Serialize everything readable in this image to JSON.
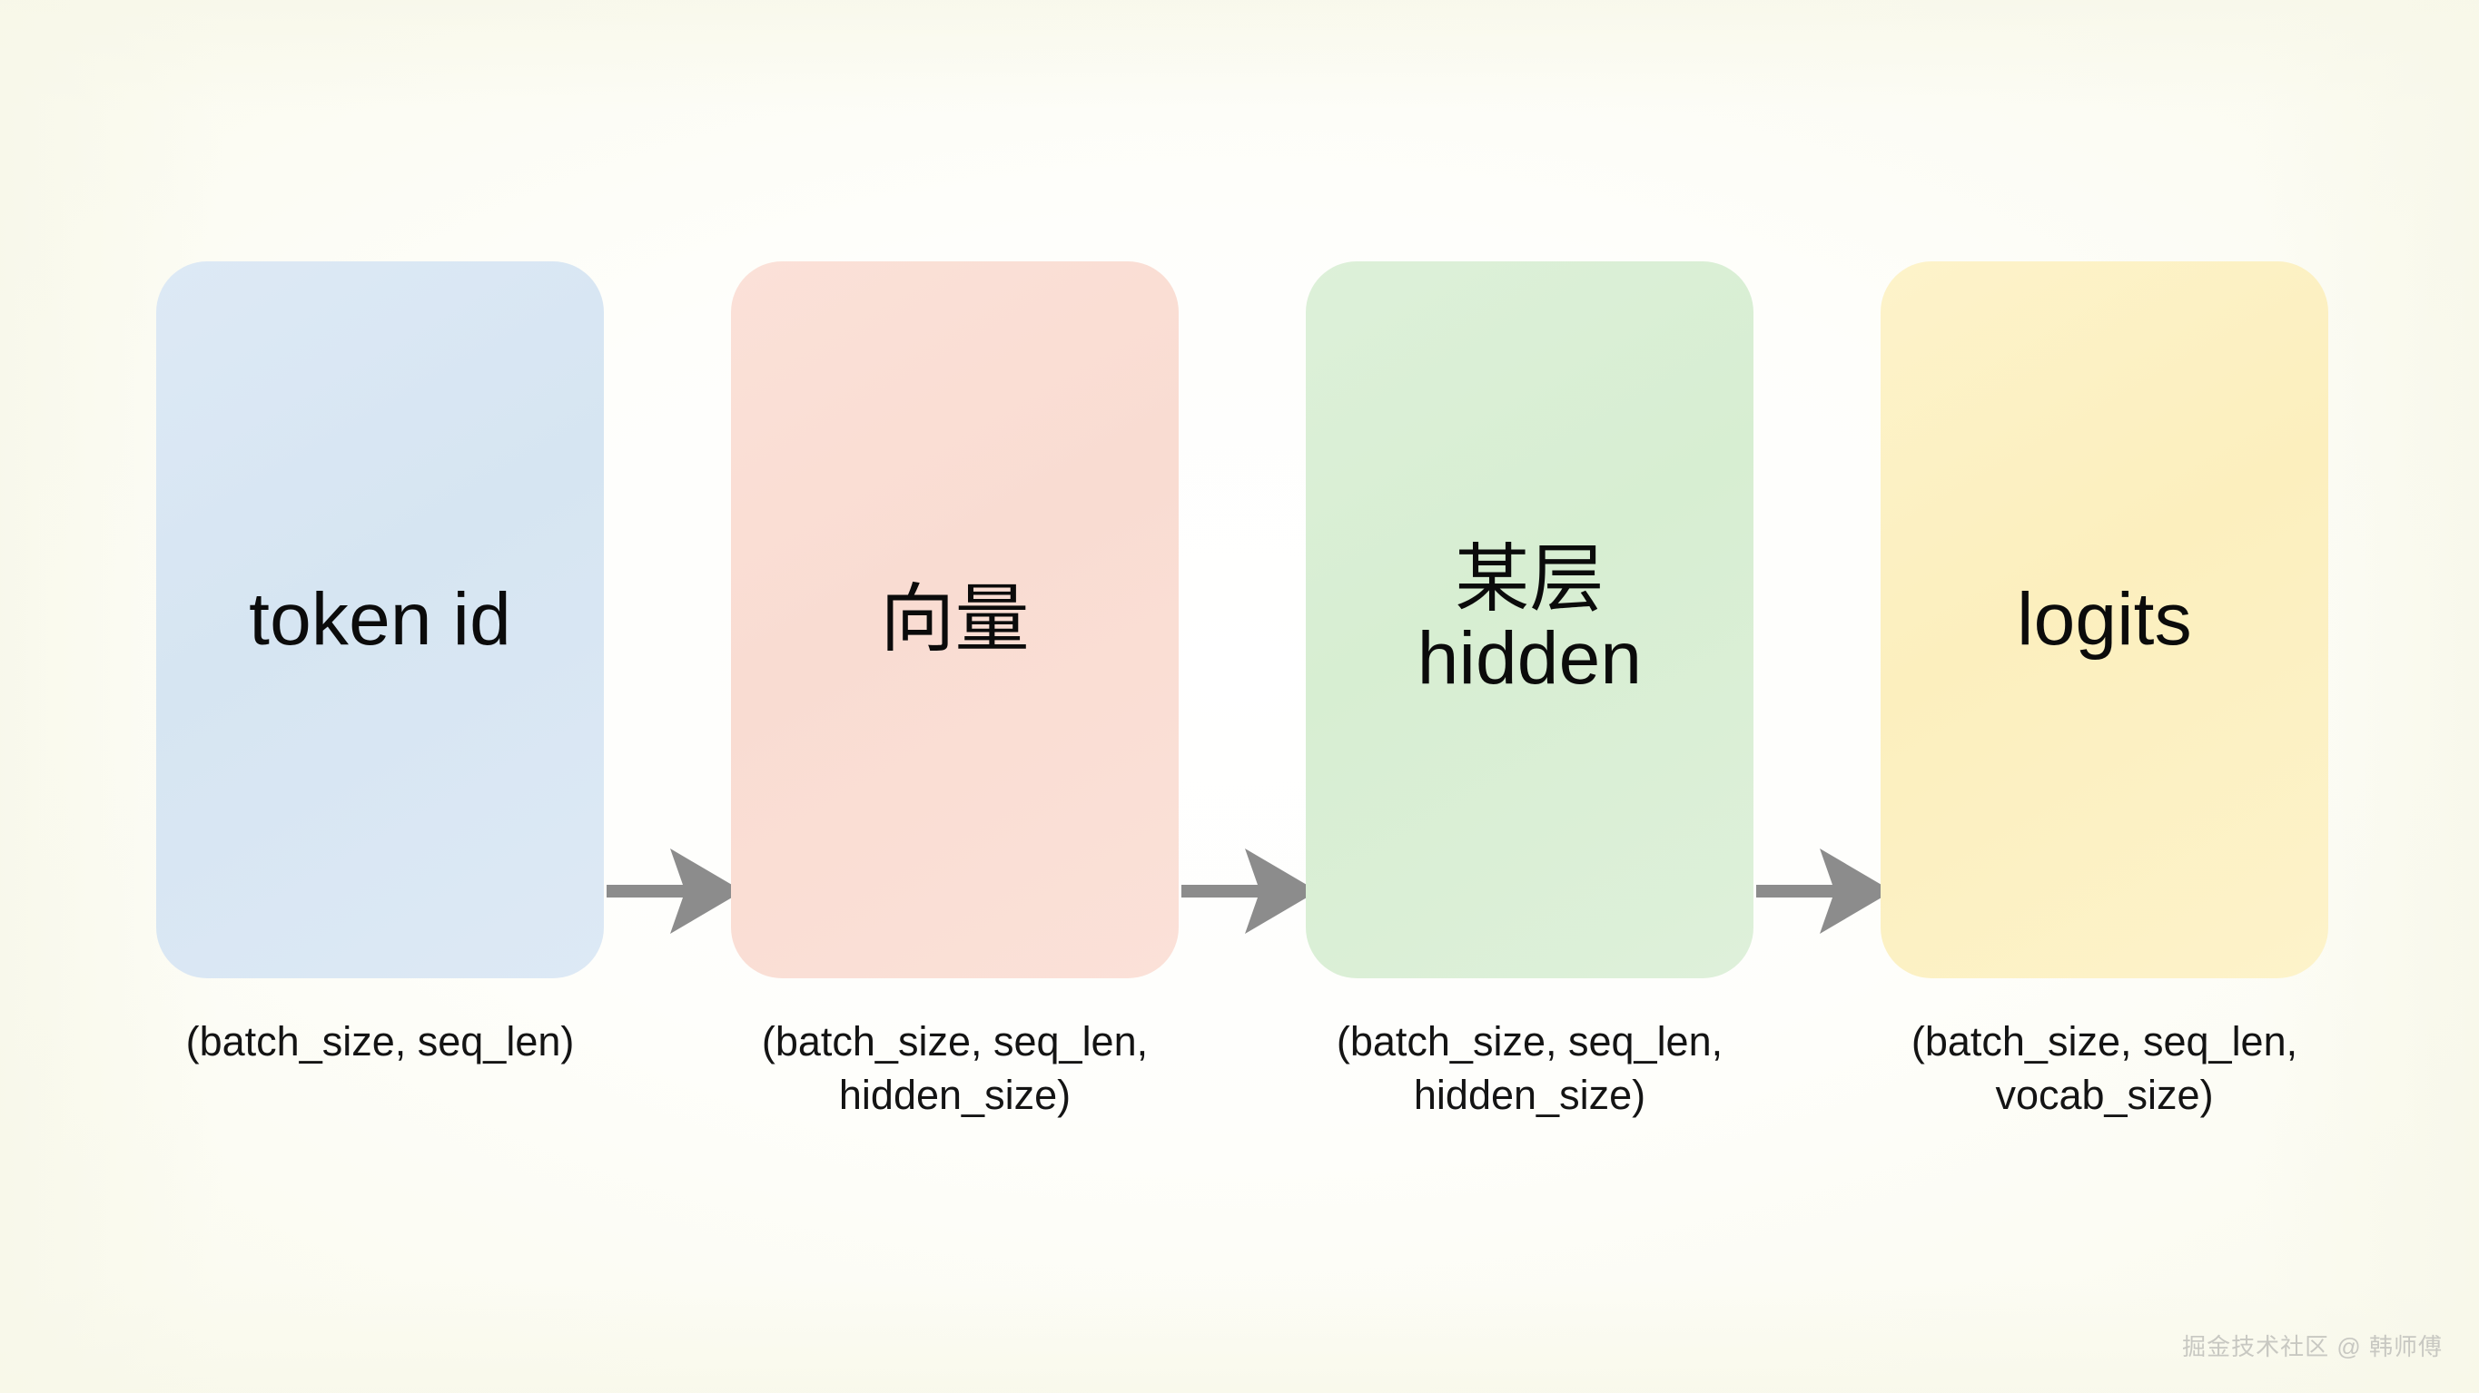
{
  "diagram": {
    "background_color": "#fdfdf8",
    "arrow_color": "#8c8c8c",
    "stages": [
      {
        "id": "token-id",
        "label": "token id",
        "shape_caption": "(batch_size, seq_len)",
        "color": "#dde9f5",
        "color_name": "blue"
      },
      {
        "id": "vector",
        "label": "向量",
        "shape_caption": "(batch_size, seq_len,\nhidden_size)",
        "color": "#fbe1d8",
        "color_name": "pink"
      },
      {
        "id": "hidden-layer",
        "label": "某层\nhidden",
        "shape_caption": "(batch_size, seq_len,\nhidden_size)",
        "color": "#ddf0d9",
        "color_name": "green"
      },
      {
        "id": "logits",
        "label": "logits",
        "shape_caption": "(batch_size, seq_len,\nvocab_size)",
        "color": "#fdf3ca",
        "color_name": "yellow"
      }
    ],
    "arrows": [
      {
        "id": "arrow-1",
        "from": "token-id",
        "to": "vector",
        "icon": "right-arrow-icon"
      },
      {
        "id": "arrow-2",
        "from": "vector",
        "to": "hidden-layer",
        "icon": "right-arrow-icon"
      },
      {
        "id": "arrow-3",
        "from": "hidden-layer",
        "to": "logits",
        "icon": "right-arrow-icon"
      }
    ],
    "watermark": "掘金技术社区 @ 韩师傅"
  }
}
